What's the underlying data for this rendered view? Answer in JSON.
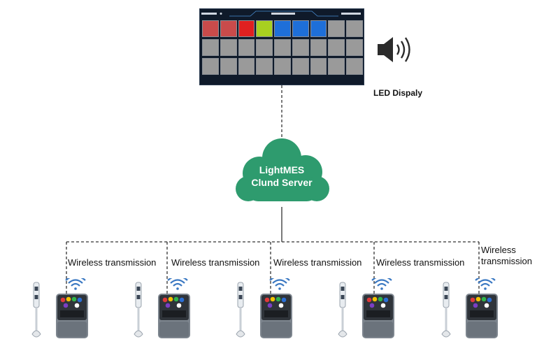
{
  "led_display": {
    "label": "LED Dispaly",
    "cell_colors_row1": [
      "#c94b4b",
      "#c94b4b",
      "#e02020",
      "#a8d020",
      "#1e6fd9",
      "#1e6fd9",
      "#1e6fd9",
      "#9a9a9a",
      "#9a9a9a"
    ],
    "cell_colors_rest": "#9a9a9a"
  },
  "server": {
    "line1": "LightMES",
    "line2": "Clund Server",
    "color": "#2e9b6e"
  },
  "stations": [
    {
      "label": "Wireless transmission"
    },
    {
      "label": "Wireless transmission"
    },
    {
      "label": "Wireless transmission"
    },
    {
      "label": "Wireless transmission"
    },
    {
      "label": "Wireless transmission"
    }
  ],
  "colors": {
    "wifi": "#3a78c2",
    "line": "#333333"
  }
}
